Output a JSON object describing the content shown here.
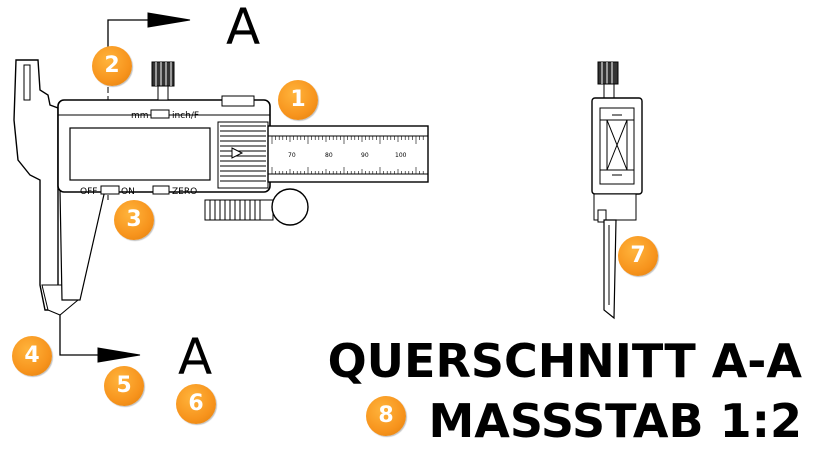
{
  "section_marks": {
    "top": "A",
    "bottom": "A"
  },
  "caliper_labels": {
    "unit_toggle_left": "mm",
    "unit_toggle_right": "inch/F",
    "power_off": "OFF",
    "power_on": "ON",
    "zero": "ZERO"
  },
  "scale_numbers": [
    "70",
    "80",
    "90",
    "100"
  ],
  "title_line1": "QUERSCHNITT A-A",
  "title_line2": "MASSSTAB 1:2",
  "badges": [
    "1",
    "2",
    "3",
    "4",
    "5",
    "6",
    "7",
    "8"
  ],
  "colors": {
    "badge": "#f7941d",
    "line": "#000000"
  }
}
